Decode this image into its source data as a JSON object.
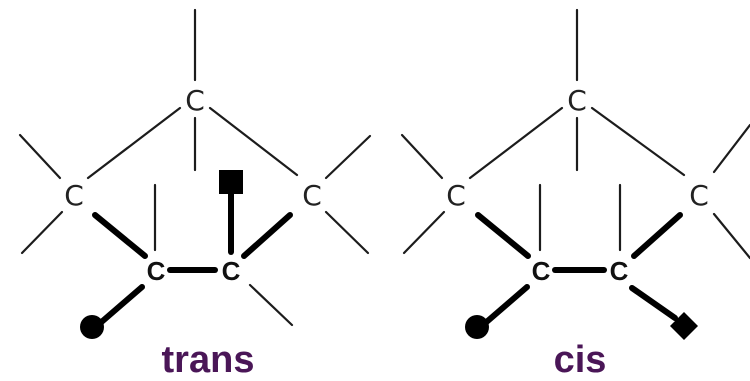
{
  "atom_symbol": "C",
  "molecules": [
    {
      "caption": "trans",
      "substituent_shapes": [
        "circle",
        "square"
      ]
    },
    {
      "caption": "cis",
      "substituent_shapes": [
        "circle",
        "diamond"
      ]
    }
  ],
  "colors": {
    "caption": "#4a1657",
    "bond": "#000000",
    "thin_bond": "#1c1c1c"
  }
}
